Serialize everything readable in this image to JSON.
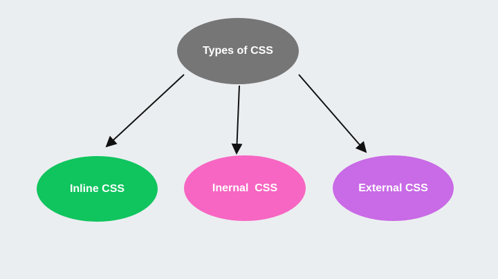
{
  "diagram": {
    "root": {
      "label": "Types of CSS",
      "color": "#767676"
    },
    "children": [
      {
        "label": "Inline CSS",
        "color": "#10c45e"
      },
      {
        "label": "Inernal  CSS",
        "color": "#f766c2"
      },
      {
        "label": "External CSS",
        "color": "#c96ae6"
      }
    ],
    "edges": [
      {
        "from": "Types of CSS",
        "to": "Inline CSS"
      },
      {
        "from": "Types of CSS",
        "to": "Inernal  CSS"
      },
      {
        "from": "Types of CSS",
        "to": "External CSS"
      }
    ],
    "arrow_color": "#111111",
    "background": "#ebeef1"
  }
}
